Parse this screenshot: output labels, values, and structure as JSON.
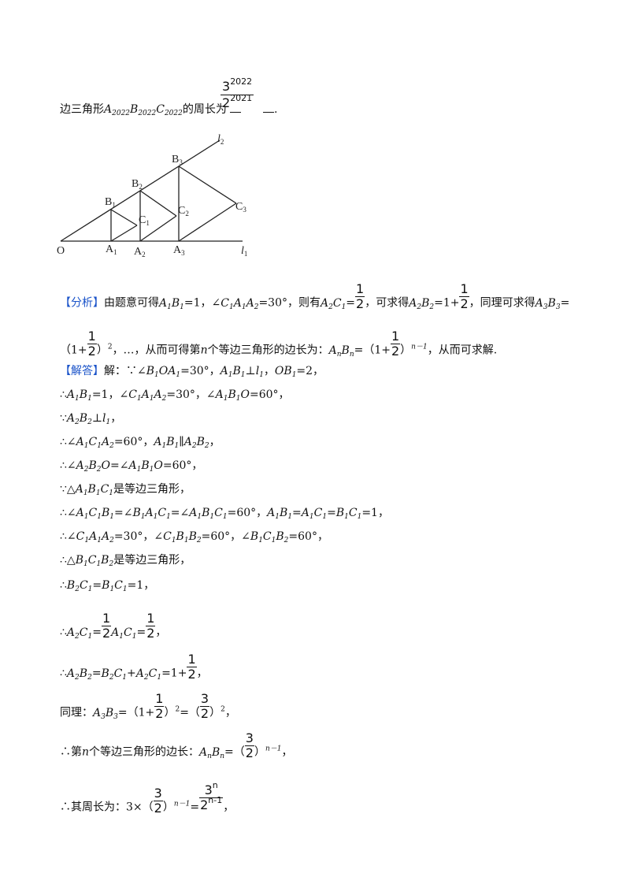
{
  "line1": {
    "text_before": "边三角形",
    "triangle_name": [
      "A",
      "2022",
      "B",
      "2022",
      "C",
      "2022"
    ],
    "text_mid": "的周长为",
    "answer_num_base": "3",
    "answer_num_exp": "2022",
    "answer_den_base": "2",
    "answer_den_exp": "2021",
    "end": "."
  },
  "figure": {
    "labels": {
      "O": "O",
      "A1": "A",
      "A2": "A",
      "A3": "A",
      "l1": "l",
      "B1": "B",
      "B2": "B",
      "B3": "B",
      "l2": "l",
      "C1": "C",
      "C2": "C",
      "C3": "C",
      "s1": "1",
      "s2": "2",
      "s3": "3"
    }
  },
  "analysis": {
    "tag": "【分析】",
    "p1": "由题意可得",
    "p2": "=1，∠",
    "p3": "=30°，则有",
    "p4": "=",
    "p5": "，可求得",
    "p6": "=1+",
    "p7": "，同理可求得",
    "p8": "=",
    "half": [
      "1",
      "2"
    ],
    "line2_a": "（1+",
    "line2_b": "）",
    "line2_c": "，…，从而可得第",
    "n": "n",
    "line2_d": "个等边三角形的边长为：",
    "line2_e": "=（1+",
    "line2_f": "）",
    "line2_g": "n－1",
    "line2_h": "，从而可求解."
  },
  "solution": {
    "tag": "【解答】",
    "l1a": "解：∵∠",
    "l1b": "=30°，",
    "l1c": "⊥",
    "l1d": "，",
    "l1e": "=2，",
    "l2a": "∴",
    "l2b": "=1，∠",
    "l2c": "=30°，∠",
    "l2d": "=60°，",
    "l3a": "∵",
    "l3b": "⊥",
    "l3c": "，",
    "l4a": "∴∠",
    "l4b": "=60°，",
    "l4c": "∥",
    "l4d": "，",
    "l5a": "∴∠",
    "l5b": "=∠",
    "l5c": "=60°，",
    "l6a": "∵△",
    "l6b": "是等边三角形，",
    "l7a": "∴∠",
    "l7b": "=∠",
    "l7c": "=∠",
    "l7d": "=60°，",
    "l7e": "=",
    "l7f": "=",
    "l7g": "=1，",
    "l8a": "∴∠",
    "l8b": "=30°，∠",
    "l8c": "=60°，∠",
    "l8d": "=60°，",
    "l9a": "∴△",
    "l9b": "是等边三角形，",
    "l10a": "∴",
    "l10b": "=",
    "l10c": "=1，",
    "l11a": "∴",
    "l11b": "=",
    "l11c": "=",
    "l11d": "，",
    "l12a": "∴",
    "l12b": "=",
    "l12c": "+",
    "l12d": "=1+",
    "l12e": "，",
    "l13a": "同理：",
    "l13b": "=（1+",
    "l13c": "）",
    "l13d": "2",
    "l13e": "=（",
    "l13f": "）",
    "l13g": "2",
    "l13h": "，",
    "three_half": [
      "3",
      "2"
    ],
    "l14a": "∴第",
    "l14b": "个等边三角形的边长：",
    "l14c": "=（",
    "l14d": "）",
    "l14e": "n－1",
    "l14f": "，",
    "l15a": "∴其周长为：3×（",
    "l15b": "）",
    "l15c": "n－1",
    "l15d": "=",
    "l15num_base": "3",
    "l15num_exp": "n",
    "l15den_base": "2",
    "l15den_exp": "n-1",
    "l15e": "，"
  }
}
